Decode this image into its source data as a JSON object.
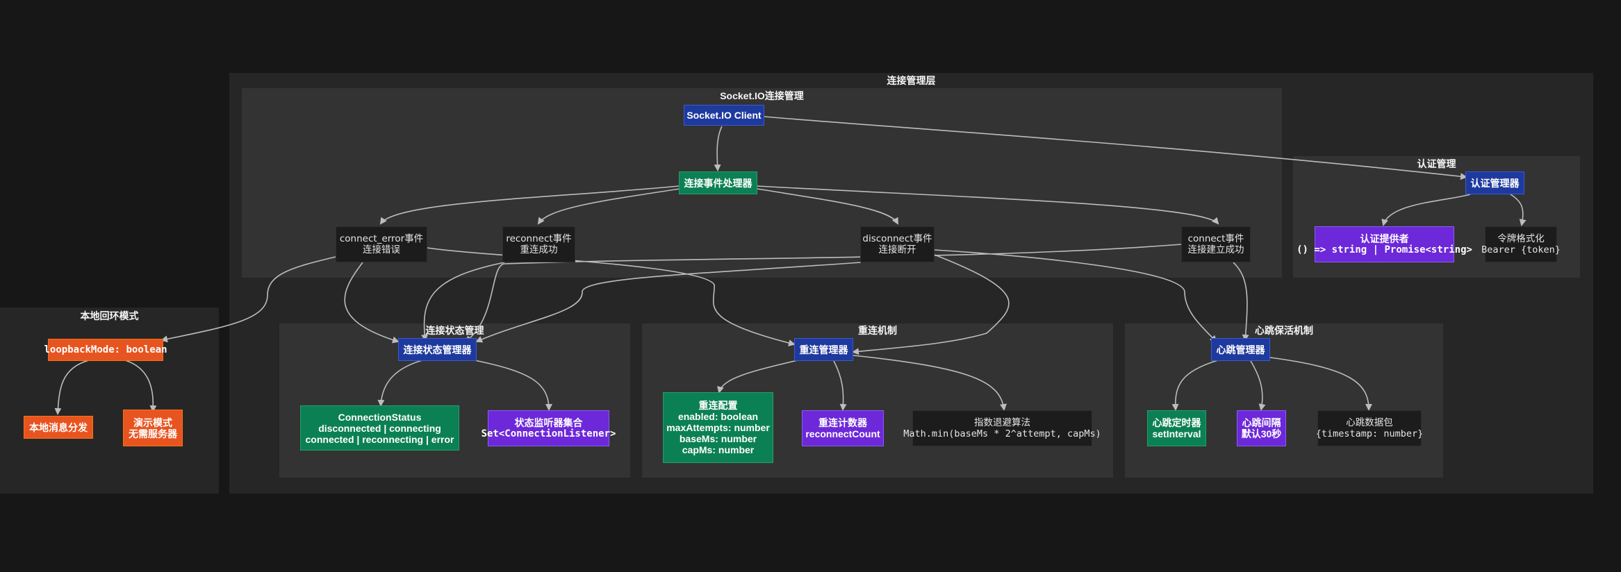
{
  "clusters": {
    "connection_layer": "连接管理层",
    "socket_io": "Socket.IO连接管理",
    "auth": "认证管理",
    "loopback": "本地回环模式",
    "state": "连接状态管理",
    "reconnect": "重连机制",
    "heartbeat": "心跳保活机制"
  },
  "nodes": {
    "socket_client": "Socket.IO Client",
    "event_handler": "连接事件处理器",
    "connect_error_1": "connect_error事件",
    "connect_error_2": "连接错误",
    "reconnect_event_1": "reconnect事件",
    "reconnect_event_2": "重连成功",
    "disconnect_event_1": "disconnect事件",
    "disconnect_event_2": "连接断开",
    "connect_event_1": "connect事件",
    "connect_event_2": "连接建立成功",
    "auth_manager": "认证管理器",
    "auth_provider_1": "认证提供者",
    "auth_provider_2": "() => string | Promise<string>",
    "token_format_1": "令牌格式化",
    "token_format_2": "Bearer {token}",
    "loopback_mode": "loopbackMode: boolean",
    "local_dispatch": "本地消息分发",
    "demo_mode_1": "演示模式",
    "demo_mode_2": "无需服务器",
    "state_manager": "连接状态管理器",
    "conn_status_1": "ConnectionStatus",
    "conn_status_2": "disconnected | connecting",
    "conn_status_3": "connected | reconnecting | error",
    "listeners_1": "状态监听器集合",
    "listeners_2": "Set<ConnectionListener>",
    "reconnect_manager": "重连管理器",
    "reconnect_config_1": "重连配置",
    "reconnect_config_2": "enabled: boolean",
    "reconnect_config_3": "maxAttempts: number",
    "reconnect_config_4": "baseMs: number",
    "reconnect_config_5": "capMs: number",
    "reconnect_counter_1": "重连计数器",
    "reconnect_counter_2": "reconnectCount",
    "backoff_1": "指数退避算法",
    "backoff_2": "Math.min(baseMs * 2^attempt, capMs)",
    "heartbeat_manager": "心跳管理器",
    "heartbeat_timer_1": "心跳定时器",
    "heartbeat_timer_2": "setInterval",
    "heartbeat_interval_1": "心跳间隔",
    "heartbeat_interval_2": "默认30秒",
    "heartbeat_packet_1": "心跳数据包",
    "heartbeat_packet_2": "{timestamp: number}"
  },
  "colors": {
    "background": "#171717",
    "cluster_outer": "#262626",
    "cluster_inner": "#333333",
    "manager": "#1e3a9e",
    "process": "#0c8055",
    "data": "#6d28d9",
    "loopback": "#e8541f",
    "note": "#1c1c1c",
    "edge": "#bdbdbd"
  }
}
